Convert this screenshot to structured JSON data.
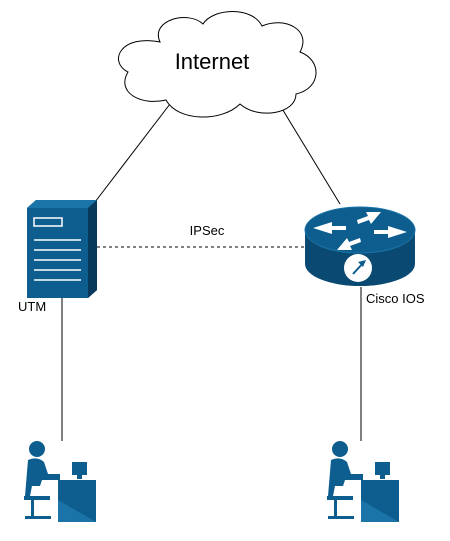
{
  "nodes": {
    "internet": {
      "label": "Internet"
    },
    "utm": {
      "label": "UTM"
    },
    "router": {
      "label": "Cisco IOS"
    }
  },
  "links": {
    "vpn": {
      "label": "IPSec",
      "style": "dashed"
    }
  },
  "colors": {
    "device": "#0d5e8f",
    "device_dark": "#0a4a72",
    "line": "#000000",
    "background": "#ffffff"
  },
  "icons": [
    "cloud-icon",
    "server-icon",
    "router-icon",
    "user-workstation-icon"
  ]
}
